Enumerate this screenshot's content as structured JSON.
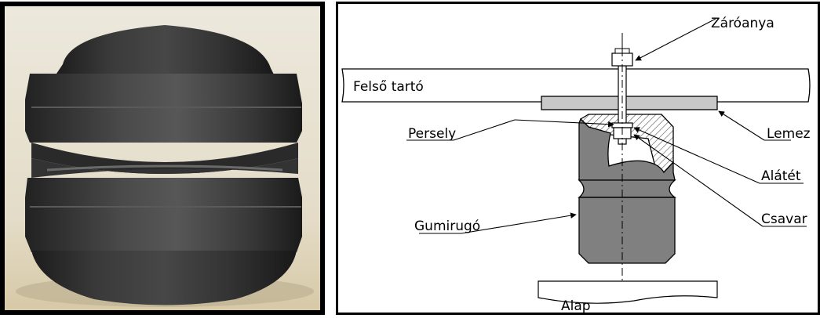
{
  "diagram": {
    "labels": {
      "lock_nut": "Záróanya",
      "upper_support": "Felső tartó",
      "plate": "Lemez",
      "bushing": "Persely",
      "washer": "Alátét",
      "bolt": "Csavar",
      "rubber_spring": "Gumirugó",
      "base": "Alap"
    }
  },
  "colors": {
    "frame": "#000000",
    "rubber_photo": "#2b2b2b",
    "rubber_diagram": "#808080",
    "plate_fill": "#c8c8c8",
    "photo_background": "#e9e4d4"
  }
}
